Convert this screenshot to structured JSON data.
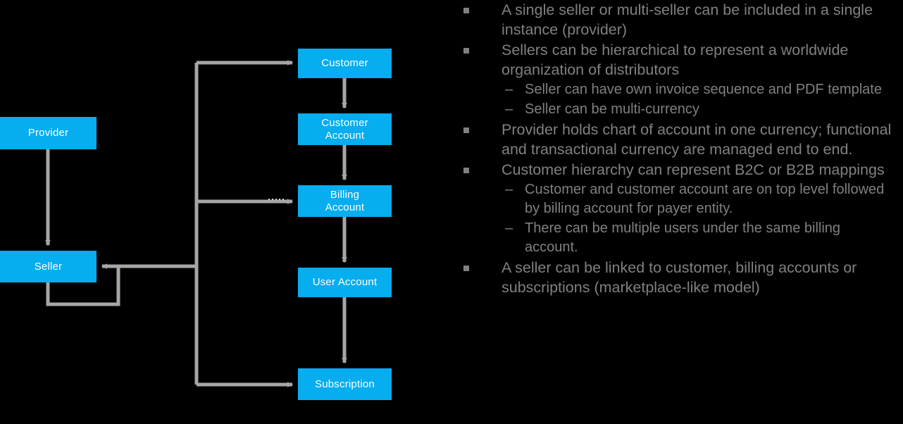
{
  "theme": {
    "background": "#000000",
    "node_fill": "#06ADEF",
    "node_text": "#FFFFFF",
    "connector": "#A6A6A6",
    "bullet_text": "#808080"
  },
  "diagram": {
    "title": "Provider / Seller / Customer entity hierarchy",
    "nodes": [
      {
        "id": "provider",
        "label": "Provider"
      },
      {
        "id": "seller",
        "label": "Seller"
      },
      {
        "id": "customer",
        "label": "Customer"
      },
      {
        "id": "customer_account",
        "label": "Customer\nAccount"
      },
      {
        "id": "billing_account",
        "label": "Billing\nAccount"
      },
      {
        "id": "user_account",
        "label": "User Account"
      },
      {
        "id": "subscription",
        "label": "Subscription"
      }
    ],
    "edges": [
      {
        "from": "provider",
        "to": "seller"
      },
      {
        "from": "seller",
        "to": "seller"
      },
      {
        "from": "trunk",
        "to": "customer"
      },
      {
        "from": "customer",
        "to": "customer_account"
      },
      {
        "from": "customer_account",
        "to": "billing_account"
      },
      {
        "from": "trunk",
        "to": "billing_account"
      },
      {
        "from": "billing_account",
        "to": "user_account"
      },
      {
        "from": "user_account",
        "to": "subscription"
      },
      {
        "from": "trunk",
        "to": "subscription"
      },
      {
        "from": "trunk",
        "to": "seller"
      }
    ]
  },
  "bullets": [
    {
      "level": 1,
      "text": "A single seller or multi-seller can be included in a single instance (provider)"
    },
    {
      "level": 1,
      "text": "Sellers can be hierarchical to represent a worldwide organization of distributors"
    },
    {
      "level": 2,
      "text": "Seller can have own invoice sequence and PDF template"
    },
    {
      "level": 2,
      "text": "Seller can be multi-currency"
    },
    {
      "level": 1,
      "text": "Provider holds chart of account in one currency; functional and transactional currency are managed end to end."
    },
    {
      "level": 1,
      "text": "Customer hierarchy can represent B2C or B2B mappings"
    },
    {
      "level": 2,
      "text": "Customer and customer account are on top level followed  by billing  account for payer entity."
    },
    {
      "level": 2,
      "text": "There can be multiple  users under the same billing account."
    },
    {
      "level": 1,
      "text": "A seller can be linked to customer, billing  accounts or subscriptions (marketplace-like model)"
    }
  ],
  "markers": {
    "level1": "■",
    "level2": "–"
  }
}
